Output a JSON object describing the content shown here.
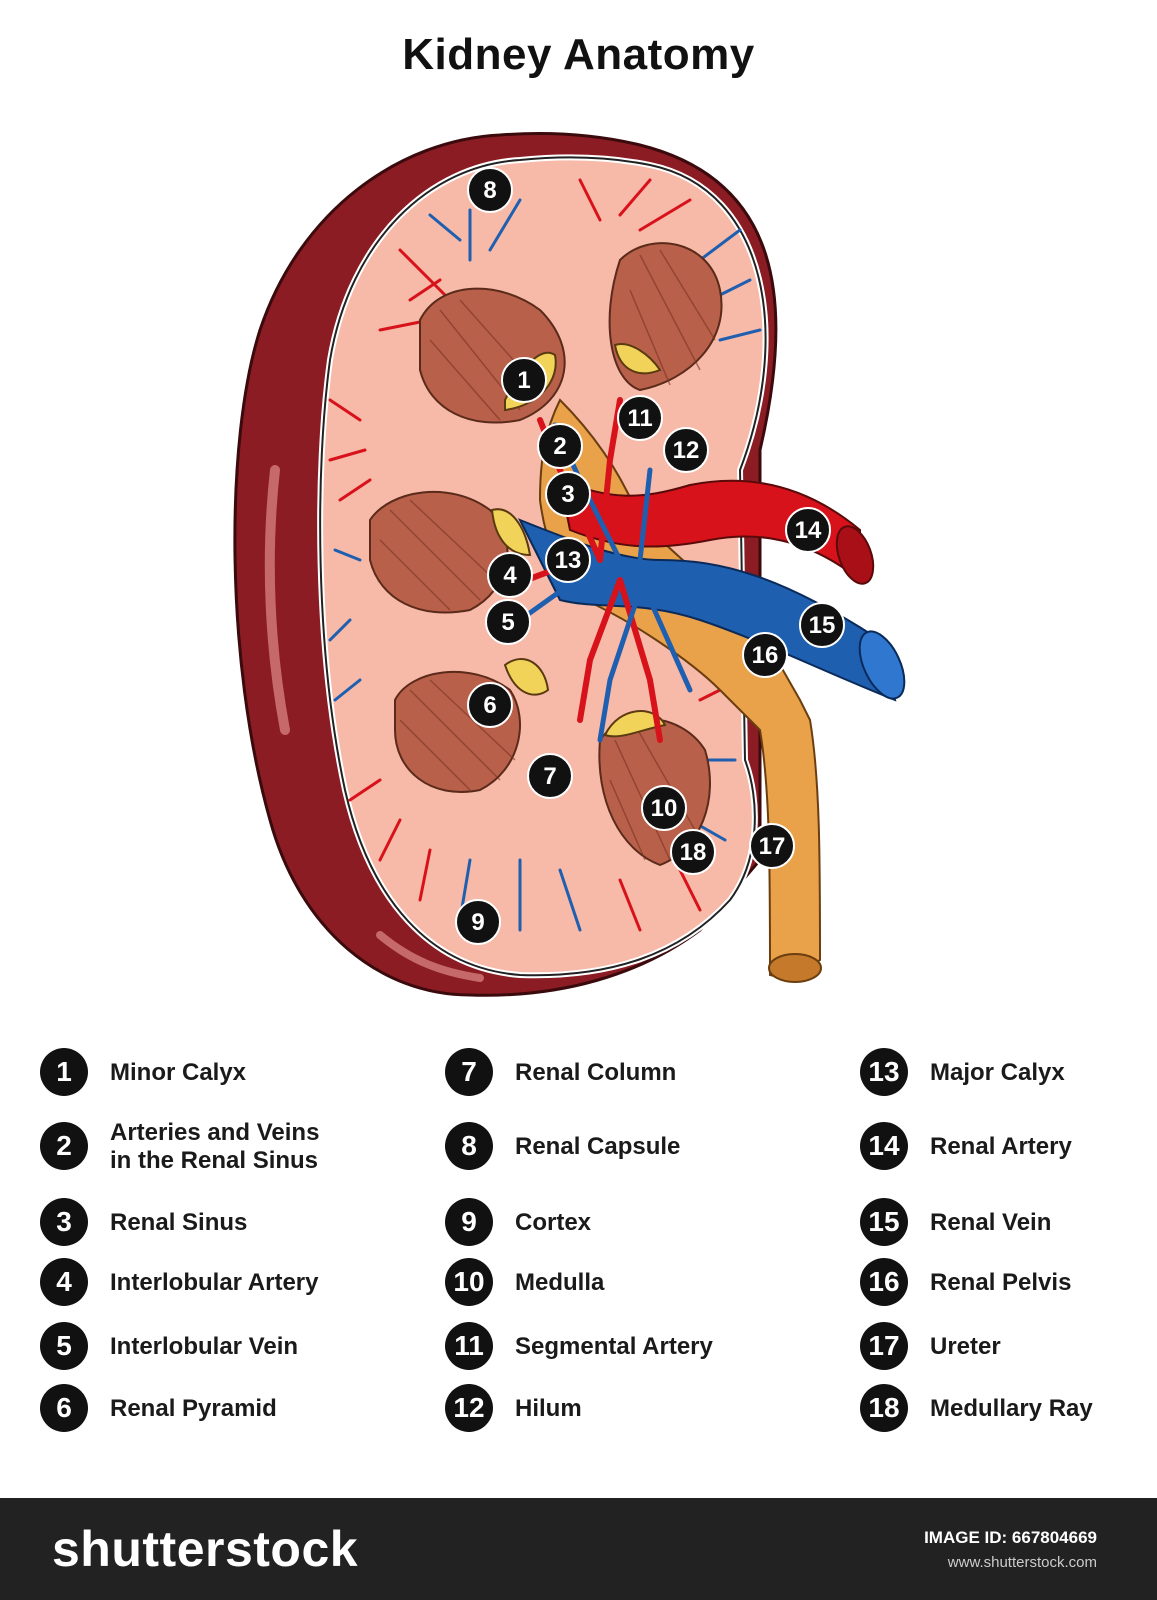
{
  "title": "Kidney Anatomy",
  "markers": [
    {
      "num": "1"
    },
    {
      "num": "2"
    },
    {
      "num": "3"
    },
    {
      "num": "4"
    },
    {
      "num": "5"
    },
    {
      "num": "6"
    },
    {
      "num": "7"
    },
    {
      "num": "8"
    },
    {
      "num": "9"
    },
    {
      "num": "10"
    },
    {
      "num": "11"
    },
    {
      "num": "12"
    },
    {
      "num": "13"
    },
    {
      "num": "14"
    },
    {
      "num": "15"
    },
    {
      "num": "16"
    },
    {
      "num": "17"
    },
    {
      "num": "18"
    }
  ],
  "legend": [
    {
      "num": "1",
      "label": "Minor Calyx"
    },
    {
      "num": "2",
      "label": "Arteries and Veins\nin the Renal Sinus"
    },
    {
      "num": "3",
      "label": "Renal Sinus"
    },
    {
      "num": "4",
      "label": "Interlobular Artery"
    },
    {
      "num": "5",
      "label": "Interlobular Vein"
    },
    {
      "num": "6",
      "label": "Renal Pyramid"
    },
    {
      "num": "7",
      "label": "Renal Column"
    },
    {
      "num": "8",
      "label": "Renal Capsule"
    },
    {
      "num": "9",
      "label": "Cortex"
    },
    {
      "num": "10",
      "label": "Medulla"
    },
    {
      "num": "11",
      "label": "Segmental Artery"
    },
    {
      "num": "12",
      "label": "Hilum"
    },
    {
      "num": "13",
      "label": "Major Calyx"
    },
    {
      "num": "14",
      "label": "Renal Artery"
    },
    {
      "num": "15",
      "label": "Renal Vein"
    },
    {
      "num": "16",
      "label": "Renal Pelvis"
    },
    {
      "num": "17",
      "label": "Ureter"
    },
    {
      "num": "18",
      "label": "Medullary Ray"
    }
  ],
  "footer": {
    "brand": "shutterstock",
    "image_id": "IMAGE ID: 667804669",
    "site": "www.shutterstock.com"
  },
  "colors": {
    "capsule": "#8b1c24",
    "cortex": "#f7b9a8",
    "pyramid": "#b8604a",
    "artery": "#d8121b",
    "vein": "#1f5fb0",
    "pelvis": "#e9a24a",
    "calyx": "#f2d35a"
  }
}
